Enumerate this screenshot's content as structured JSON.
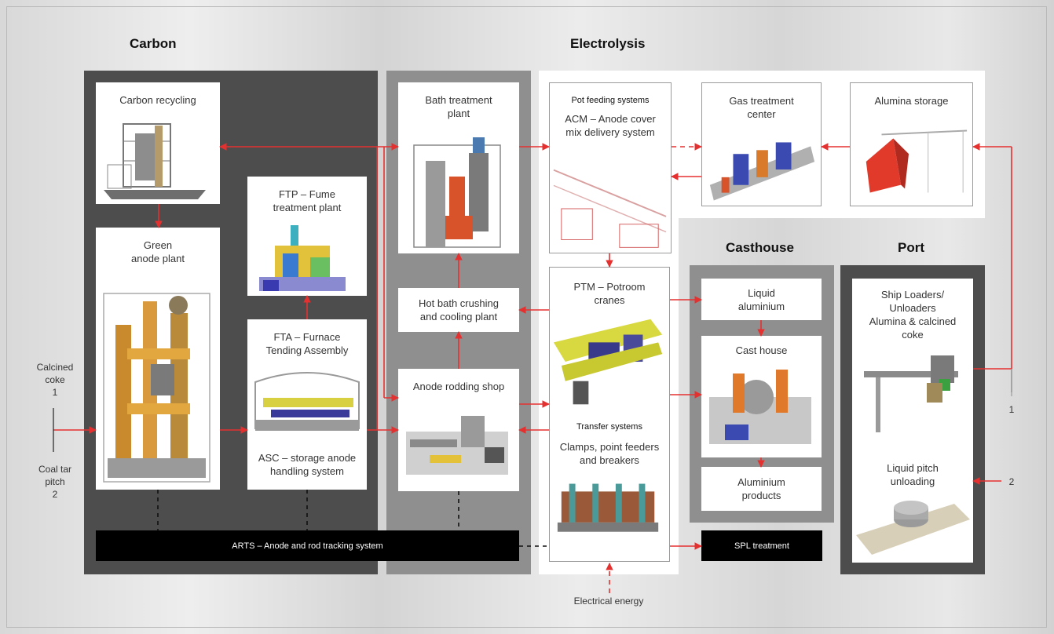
{
  "sections": {
    "carbon": "Carbon",
    "electrolysis": "Electrolysis",
    "casthouse": "Casthouse",
    "port": "Port"
  },
  "boxes": {
    "carbon_recycling": "Carbon recycling",
    "green_anode_line1": "Green",
    "green_anode_line2": "anode plant",
    "ftp_line1": "FTP – Fume",
    "ftp_line2": "treatment plant",
    "fta_line1": "FTA – Furnace",
    "fta_line2": "Tending Assembly",
    "asc_line1": "ASC – storage anode",
    "asc_line2": "handling system",
    "bath_line1": "Bath treatment",
    "bath_line2": "plant",
    "hot_bath_line1": "Hot bath crushing",
    "hot_bath_line2": "and cooling plant",
    "anode_rodding": "Anode rodding shop",
    "pot_feeding_title": "Pot feeding systems",
    "acm_line1": "ACM – Anode cover",
    "acm_line2": "mix delivery system",
    "gas_line1": "Gas treatment",
    "gas_line2": "center",
    "alumina_storage": "Alumina storage",
    "ptm_line1": "PTM – Potroom",
    "ptm_line2": "cranes",
    "transfer_title": "Transfer systems",
    "clamps_line1": "Clamps, point feeders",
    "clamps_line2": "and breakers",
    "liquid_al_line1": "Liquid",
    "liquid_al_line2": "aluminium",
    "cast_house": "Cast house",
    "al_products_line1": "Aluminium",
    "al_products_line2": "products",
    "ship_line1": "Ship Loaders/",
    "ship_line2": "Unloaders",
    "ship_line3": "Alumina & calcined",
    "ship_line4": "coke",
    "pitch_line1": "Liquid pitch",
    "pitch_line2": "unloading"
  },
  "bars": {
    "arts": "ARTS – Anode and rod tracking system",
    "spl": "SPL treatment"
  },
  "inputs": {
    "calcined_line1": "Calcined",
    "calcined_line2": "coke",
    "calcined_num": "1",
    "coal_line1": "Coal tar",
    "coal_line2": "pitch",
    "coal_num": "2",
    "port_num1": "1",
    "port_num2": "2",
    "electrical": "Electrical energy"
  },
  "colors": {
    "flow_arrow": "#e53030",
    "panel_dark": "#4d4d4d",
    "panel_mid": "#8f8f8f",
    "bar": "#000000"
  }
}
